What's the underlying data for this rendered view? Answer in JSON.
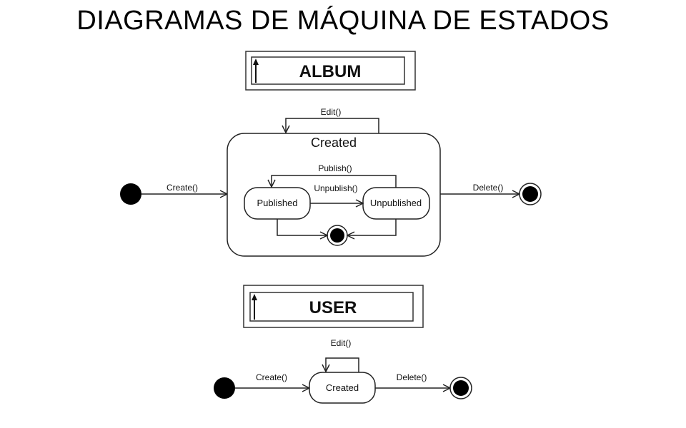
{
  "title": "DIAGRAMAS DE MÁQUINA DE ESTADOS",
  "album": {
    "banner": "ALBUM",
    "composite_state": "Created",
    "substates": {
      "published": "Published",
      "unpublished": "Unpublished"
    },
    "transitions": {
      "create": "Create()",
      "edit": "Edit()",
      "publish": "Publish()",
      "unpublish": "Unpublish()",
      "delete": "Delete()"
    }
  },
  "user": {
    "banner": "USER",
    "state": "Created",
    "transitions": {
      "create": "Create()",
      "edit": "Edit()",
      "delete": "Delete()"
    }
  }
}
